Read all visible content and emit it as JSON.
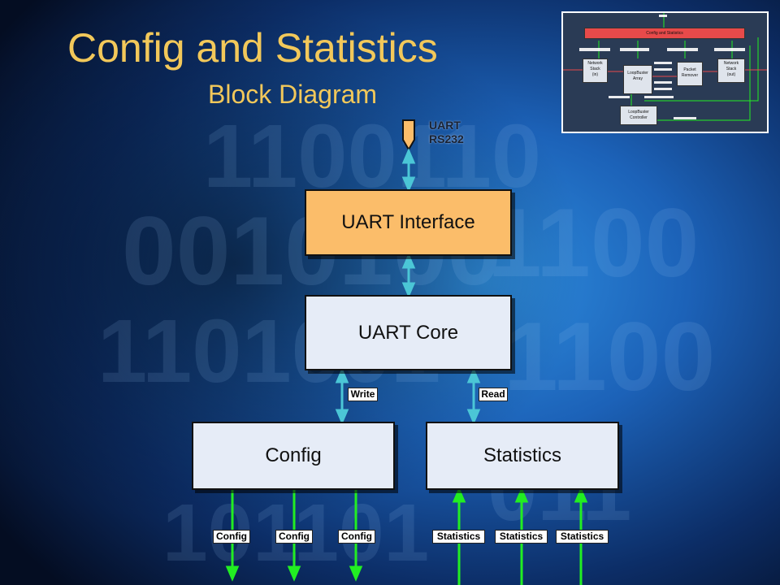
{
  "slide": {
    "title": "Config and Statistics",
    "subtitle": "Block Diagram"
  },
  "diagram": {
    "uart_port_label_line1": "UART",
    "uart_port_label_line2": "RS232",
    "blocks": {
      "uart_interface": "UART Interface",
      "uart_core": "UART Core",
      "config": "Config",
      "statistics": "Statistics"
    },
    "links": {
      "write": "Write",
      "read": "Read"
    },
    "config_outputs": [
      "Config",
      "Config",
      "Config"
    ],
    "statistics_inputs": [
      "Statistics",
      "Statistics",
      "Statistics"
    ]
  },
  "thumbnail": {
    "top_bar": "Config and Statistics",
    "network_stack_in": [
      "Network",
      "Stack",
      "(in)"
    ],
    "loopbuster_array": [
      "LoopBuster",
      "Array"
    ],
    "packet_remover": [
      "Packet",
      "Remover"
    ],
    "network_stack_out": [
      "Network",
      "Stack",
      "(out)"
    ],
    "loopbuster_controller": [
      "LoopBuster",
      "Controller"
    ]
  },
  "colors": {
    "title": "#f2c85a",
    "uart_interface_fill": "#fbbd6a",
    "block_fill": "#e6ecf7",
    "bus_arrow": "#4bc6d6",
    "signal_arrow": "#22ee22",
    "thumb_bar": "#e84a4a"
  }
}
